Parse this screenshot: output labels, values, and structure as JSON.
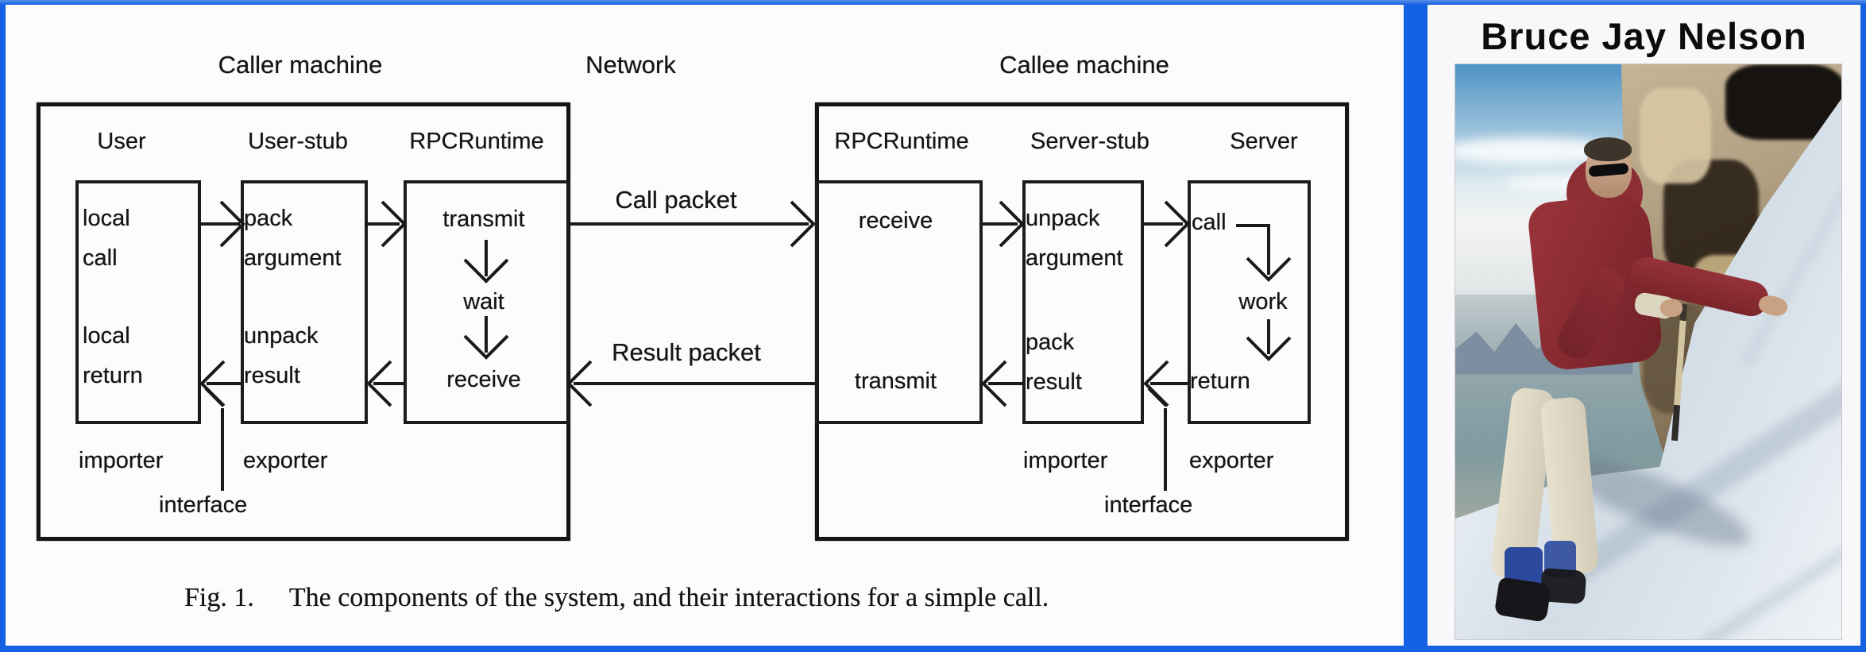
{
  "colors": {
    "frame_blue": "#1561e4",
    "ink": "#141414",
    "jacket_maroon": "#8d2e34"
  },
  "diagram": {
    "caller": {
      "title": "Caller machine",
      "col_user": "User",
      "col_user_stub": "User-stub",
      "col_rpc": "RPCRuntime",
      "user_top_1": "local",
      "user_top_2": "call",
      "user_bot_1": "local",
      "user_bot_2": "return",
      "stub_top_1": "pack",
      "stub_top_2": "argument",
      "stub_bot_1": "unpack",
      "stub_bot_2": "result",
      "rpc_1": "transmit",
      "rpc_2": "wait",
      "rpc_3": "receive",
      "importer": "importer",
      "exporter": "exporter",
      "interface": "interface"
    },
    "network": {
      "title": "Network",
      "call_packet": "Call packet",
      "result_packet": "Result packet"
    },
    "callee": {
      "title": "Callee machine",
      "col_rpc": "RPCRuntime",
      "col_stub": "Server-stub",
      "col_server": "Server",
      "rpc_1": "receive",
      "rpc_2": "transmit",
      "stub_top_1": "unpack",
      "stub_top_2": "argument",
      "stub_bot_1": "pack",
      "stub_bot_2": "result",
      "server_1": "call",
      "server_2": "work",
      "server_3": "return",
      "importer": "importer",
      "exporter": "exporter",
      "interface": "interface"
    },
    "caption": {
      "fig_label": "Fig. 1.",
      "text": "The components of the system, and their interactions for a simple call."
    }
  },
  "photo_panel": {
    "title": "Bruce Jay Nelson"
  }
}
